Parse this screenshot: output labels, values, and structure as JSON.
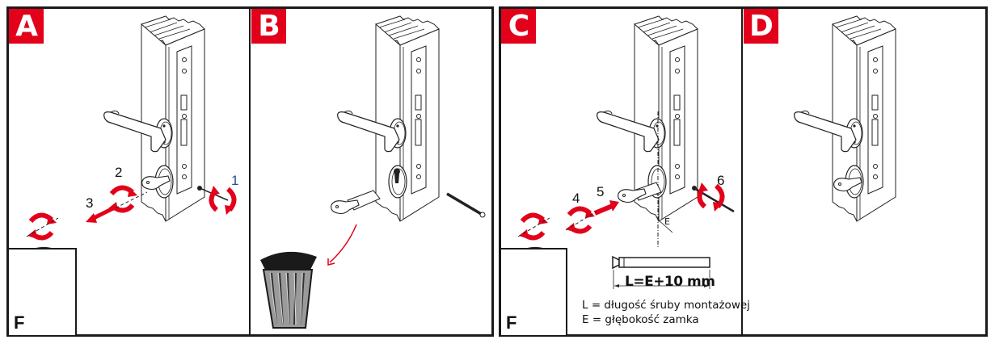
{
  "panels": [
    {
      "label": "A",
      "steps": [
        "1",
        "2",
        "3"
      ],
      "inset_label": "F"
    },
    {
      "label": "B"
    },
    {
      "label": "C",
      "steps": [
        "4",
        "5",
        "6"
      ],
      "inset_label": "F",
      "dimension_label": "E",
      "formula": "L=E+10 mm",
      "legend": [
        "L = długość śruby montażowej",
        "E = głębokość zamka"
      ]
    },
    {
      "label": "D"
    }
  ],
  "colors": {
    "badge": "#e2001a",
    "arrow": "#e2001a",
    "line": "#1a1a1a",
    "cylinder_gray": "#bdbdbd"
  }
}
